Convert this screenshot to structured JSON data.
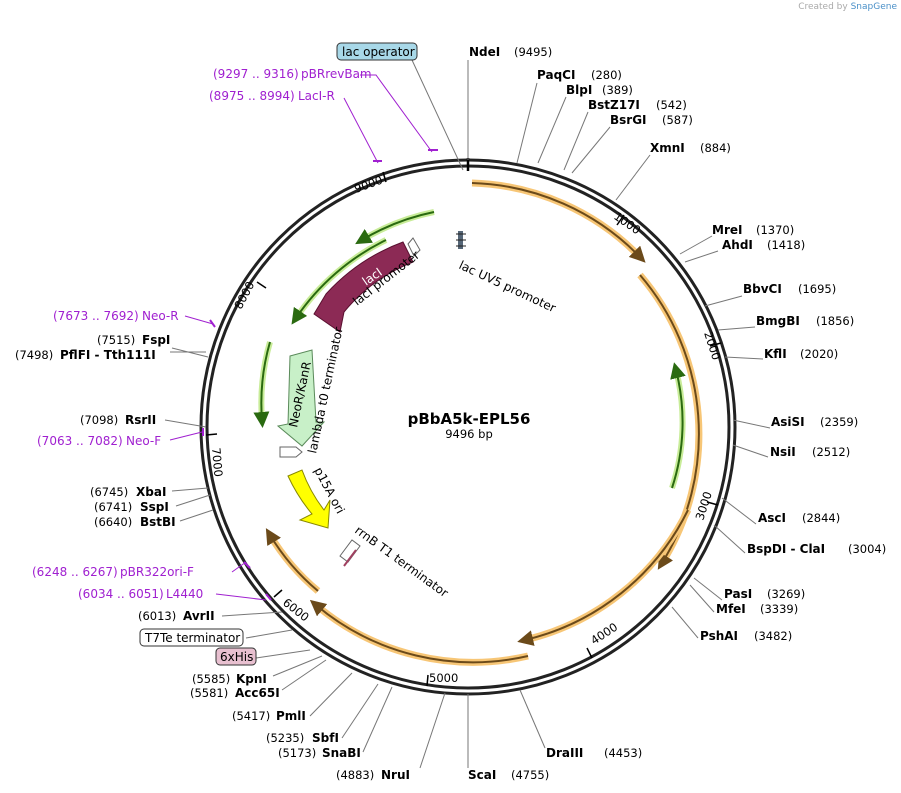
{
  "credit": {
    "prefix": "Created by",
    "brand": "SnapGene"
  },
  "plasmid": {
    "name": "pBbA5k-EPL56",
    "length_label": "9496 bp",
    "length": 9496
  },
  "ticks": [
    "1000",
    "2000",
    "3000",
    "4000",
    "5000",
    "6000",
    "7000",
    "8000",
    "9000"
  ],
  "sites": [
    {
      "name": "NdeI",
      "pos": "(9495)"
    },
    {
      "name": "PaqCI",
      "pos": "(280)"
    },
    {
      "name": "BlpI",
      "pos": "(389)"
    },
    {
      "name": "BstZ17I",
      "pos": "(542)"
    },
    {
      "name": "BsrGI",
      "pos": "(587)"
    },
    {
      "name": "XmnI",
      "pos": "(884)"
    },
    {
      "name": "MreI",
      "pos": "(1370)"
    },
    {
      "name": "AhdI",
      "pos": "(1418)"
    },
    {
      "name": "BbvCI",
      "pos": "(1695)"
    },
    {
      "name": "BmgBI",
      "pos": "(1856)"
    },
    {
      "name": "KflI",
      "pos": "(2020)"
    },
    {
      "name": "AsiSI",
      "pos": "(2359)"
    },
    {
      "name": "NsiI",
      "pos": "(2512)"
    },
    {
      "name": "AscI",
      "pos": "(2844)"
    },
    {
      "name": "BspDI - ClaI",
      "pos": "(3004)"
    },
    {
      "name": "PasI",
      "pos": "(3269)"
    },
    {
      "name": "MfeI",
      "pos": "(3339)"
    },
    {
      "name": "PshAI",
      "pos": "(3482)"
    },
    {
      "name": "DraIII",
      "pos": "(4453)"
    },
    {
      "name": "ScaI",
      "pos": "(4755)"
    },
    {
      "name": "NruI",
      "pos": "(4883)"
    },
    {
      "name": "SnaBI",
      "pos": "(5173)"
    },
    {
      "name": "SbfI",
      "pos": "(5235)"
    },
    {
      "name": "PmlI",
      "pos": "(5417)"
    },
    {
      "name": "Acc65I",
      "pos": "(5581)"
    },
    {
      "name": "KpnI",
      "pos": "(5585)"
    },
    {
      "name": "AvrII",
      "pos": "(6013)"
    },
    {
      "name": "BstBI",
      "pos": "(6640)"
    },
    {
      "name": "SspI",
      "pos": "(6741)"
    },
    {
      "name": "XbaI",
      "pos": "(6745)"
    },
    {
      "name": "RsrII",
      "pos": "(7098)"
    },
    {
      "name": "PflFI - Tth111I",
      "pos": "(7498)"
    },
    {
      "name": "FspI",
      "pos": "(7515)"
    }
  ],
  "primers": [
    {
      "range": "(9297 .. 9316)",
      "name": "pBRrevBam"
    },
    {
      "range": "(8975 .. 8994)",
      "name": "LacI-R"
    },
    {
      "range": "(7673 .. 7692)",
      "name": "Neo-R"
    },
    {
      "range": "(7063 .. 7082)",
      "name": "Neo-F"
    },
    {
      "range": "(6248 .. 6267)",
      "name": "pBR322ori-F"
    },
    {
      "range": "(6034 .. 6051)",
      "name": "L4440"
    }
  ],
  "boxed_labels": [
    {
      "name": "lac operator",
      "color": "#a8d8e8"
    },
    {
      "name": "T7Te terminator",
      "color": "#ffffff"
    },
    {
      "name": "6xHis",
      "color": "#e8c0d0"
    }
  ],
  "features": {
    "lacI": "lacI",
    "lacI_promoter": "lacI promoter",
    "lac_uv5_promoter": "lac UV5 promoter",
    "neor": "NeoR/KanR",
    "lambda_t0": "lambda t0 terminator",
    "p15a": "p15A ori",
    "rrnb": "rrnB T1 terminator"
  },
  "colors": {
    "primer": "#a020d0",
    "orange_arc": "#f0a830",
    "green_arc": "#7ac040",
    "lacI": "#8c2a55",
    "neor": "#c8f0c8",
    "p15a": "#ffff00"
  }
}
